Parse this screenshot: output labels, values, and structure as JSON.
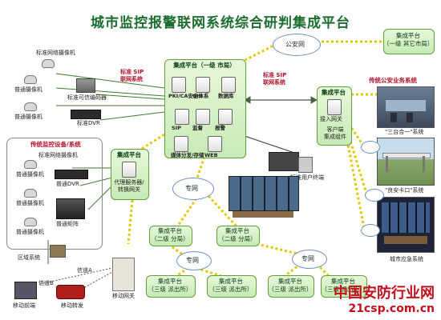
{
  "title": "城市监控报警联网系统综合研判集成平台",
  "central": {
    "title": "集成平台（一级 市局）",
    "components": [
      "PKI/CA安全体系",
      "GIS",
      "数据库",
      "SIP",
      "监督",
      "报警",
      "媒体分发/存储",
      "WEB"
    ]
  },
  "labels": {
    "sip_left": "标准 SIP\n联网系统",
    "sip_right": "标准 SIP\n联网系统",
    "public_net": "公安网",
    "upper_platform": "集成平台\n（一级 其它市局）",
    "traditional_public": "传统公安业务系统",
    "access_gateway": "接入网关",
    "client_component": "客户端\n集成组件",
    "user_terminal": "标准用户终端",
    "city_emergency": "城市应急系统",
    "three_in_one": "\"三台合一\"系统",
    "safe_card": "\"良安卡口\"系统",
    "traditional_monitor": "传统监控设备/系统",
    "left_platform": "集成平台",
    "proxy_gateway": "代理服务器/\n转换网关",
    "private_net_1": "专网",
    "private_net_2": "专网",
    "private_net_3": "专网",
    "platform_l2_a": "集成平台\n（二级 分局）",
    "platform_l2_b": "集成平台\n（二级 分局）",
    "platform_l3_a": "集成平台\n（三级 派出所）",
    "platform_l3_b": "集成平台\n（三级 派出所）",
    "platform_l3_c": "集成平台\n（三级 派出所）",
    "platform_l3_d": "集成平台\n（三级 派出所）",
    "right_platform": "集成平台",
    "mobile_gateway": "移动网关",
    "area_system": "区域系统",
    "channel_a": "信道A",
    "channel_b": "信道B",
    "mobile_vehicle": "移动前端",
    "mobile_relay": "移动转发"
  },
  "left_devices": [
    "标准网络摄像机",
    "普通摄像机",
    "标准可信编码器",
    "普通摄像机",
    "标准DVR"
  ],
  "trad_devices": [
    "标准网络摄像机",
    "普通摄像机",
    "普通DVR",
    "普通摄像机",
    "普通矩阵",
    "普通摄像机"
  ],
  "watermark": {
    "cn": "中国安防行业网",
    "url": "21csp.com.cn"
  },
  "colors": {
    "title": "#1a6d2e",
    "accent_red": "#b3132b",
    "box_green": "#c8eab5",
    "watermark": "#c40e1e"
  }
}
